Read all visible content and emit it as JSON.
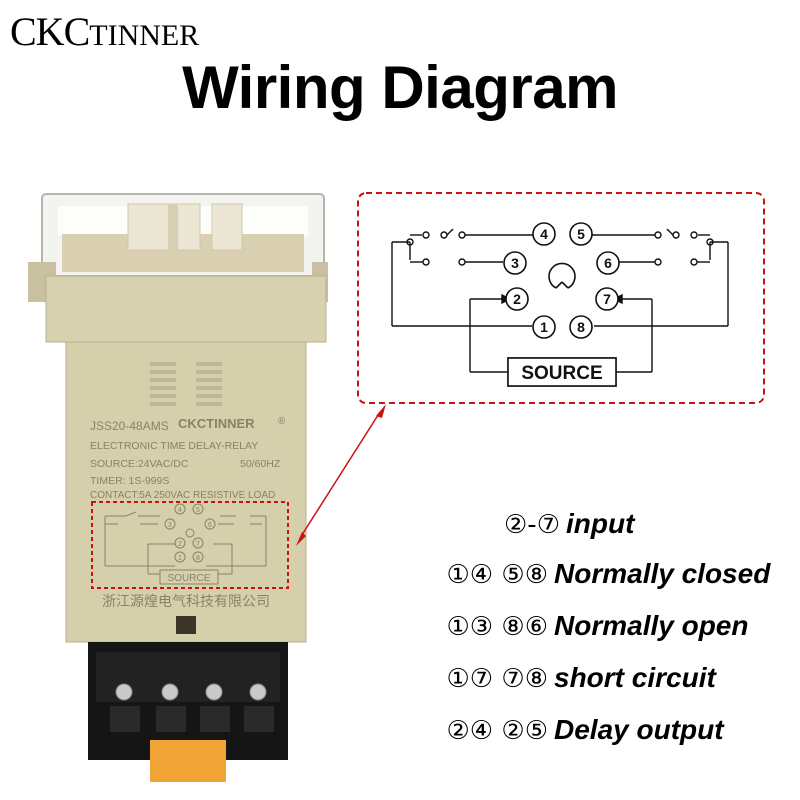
{
  "brand": {
    "main": "CKC",
    "sub": "TINNER"
  },
  "headline": "Wiring Diagram",
  "device": {
    "model": "JSS20-48AMS",
    "brand": "CKCTINNER",
    "registered_mark": "®",
    "line1": "ELECTRONIC  TIME DELAY-RELAY",
    "source": "SOURCE:24VAC/DC",
    "freq": "50/60HZ",
    "timer": "TIMER: 1S-999S",
    "contact": "CONTACT:5A  250VAC  RESISTIVE  LOAD",
    "manufacturer": "浙江源煌电气科技有限公司"
  },
  "diagram": {
    "pins": [
      "1",
      "2",
      "3",
      "4",
      "5",
      "6",
      "7",
      "8"
    ],
    "source_label": "SOURCE",
    "highlight_color": "#cc1111"
  },
  "legend": [
    {
      "pins": "②-⑦",
      "text": "input"
    },
    {
      "pins": "①④  ⑤⑧",
      "text": "Normally closed"
    },
    {
      "pins": "①③  ⑧⑥",
      "text": "Normally open"
    },
    {
      "pins": "①⑦  ⑦⑧",
      "text": "short circuit"
    },
    {
      "pins": "②④  ②⑤",
      "text": "Delay output"
    }
  ]
}
